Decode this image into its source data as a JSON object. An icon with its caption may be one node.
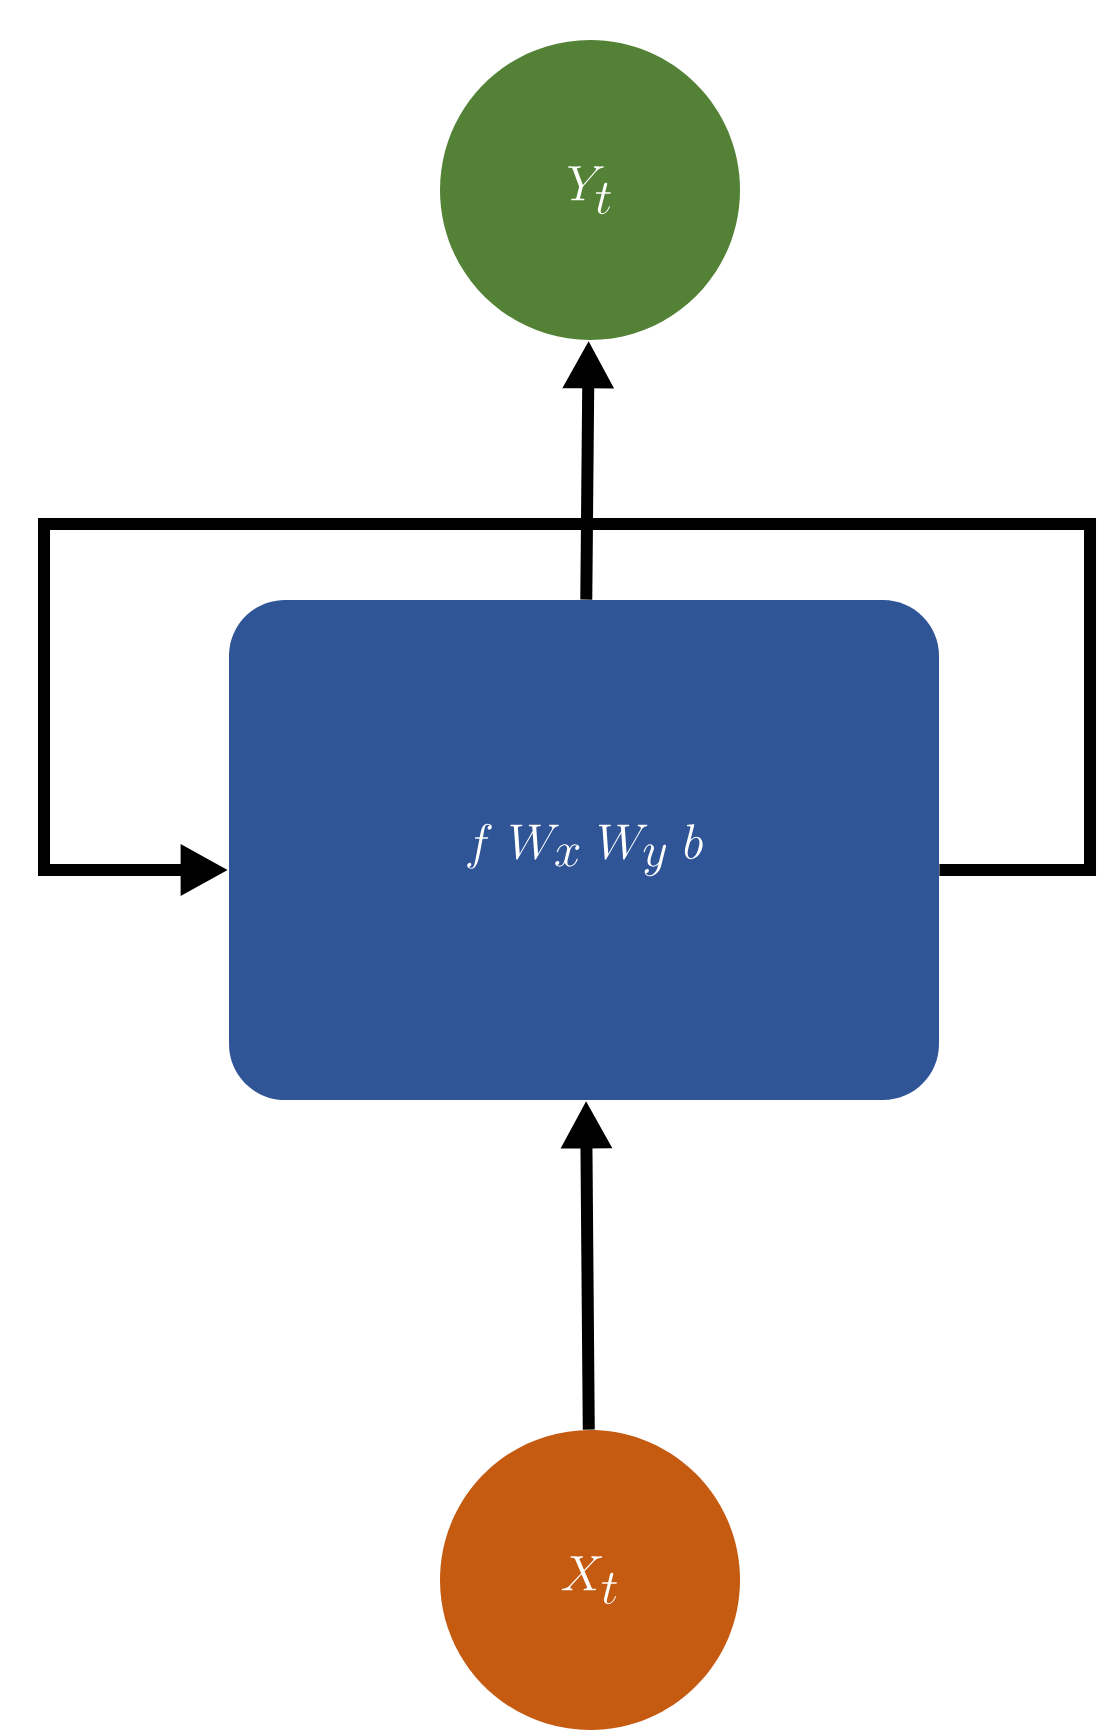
{
  "diagram": {
    "nodes": [
      {
        "text": [
          "Y_t"
        ]
      },
      {
        "text": [
          "f \\; W_x \\; W_y \\; b"
        ]
      },
      {
        "text": [
          "X_t"
        ]
      }
    ],
    "edges": [
      {
        "from": 2,
        "to": 1,
        "arrow": "to"
      },
      {
        "from": 1,
        "to": 0,
        "arrow": "to"
      },
      {
        "from": 1,
        "to": 1,
        "arrow": "to"
      }
    ]
  }
}
